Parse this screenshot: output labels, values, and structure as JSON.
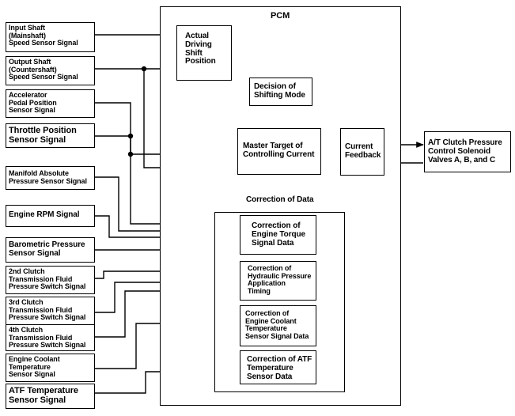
{
  "title": "PCM",
  "inputs": [
    "Input Shaft\n(Mainshaft)\nSpeed Sensor Signal",
    "Output Shaft\n(Countershaft)\nSpeed Sensor Signal",
    "Accelerator\nPedal Position\nSensor Signal",
    "Throttle Position\nSensor Signal",
    "Manifold Absolute\nPressure Sensor Signal",
    "Engine RPM Signal",
    "Barometric Pressure\nSensor Signal",
    "2nd Clutch\nTransmission Fluid\nPressure Switch Signal",
    "3rd Clutch\nTransmission Fluid\nPressure Switch Signal",
    "4th Clutch\nTransmission Fluid\nPressure Switch Signal",
    "Engine Coolant\nTemperature\nSensor Signal",
    "ATF Temperature\nSensor Signal"
  ],
  "pcm": {
    "actual_driving": "Actual\nDriving\nShift\nPosition",
    "decision": "Decision of\nShifting Mode",
    "master_target": "Master Target of\nControlling Current",
    "current_feedback": "Current\nFeedback",
    "correction_header": "Correction of Data",
    "corrections": [
      "Correction of\nEngine Torque\nSignal Data",
      "Correction of\nHydraulic Pressure\nApplication\nTiming",
      "Correction of\nEngine Coolant\nTemperature\nSensor Signal Data",
      "Correction of ATF\nTemperature\nSensor Data"
    ]
  },
  "output": "A/T Clutch Pressure\nControl Solenoid\nValves A, B, and C"
}
